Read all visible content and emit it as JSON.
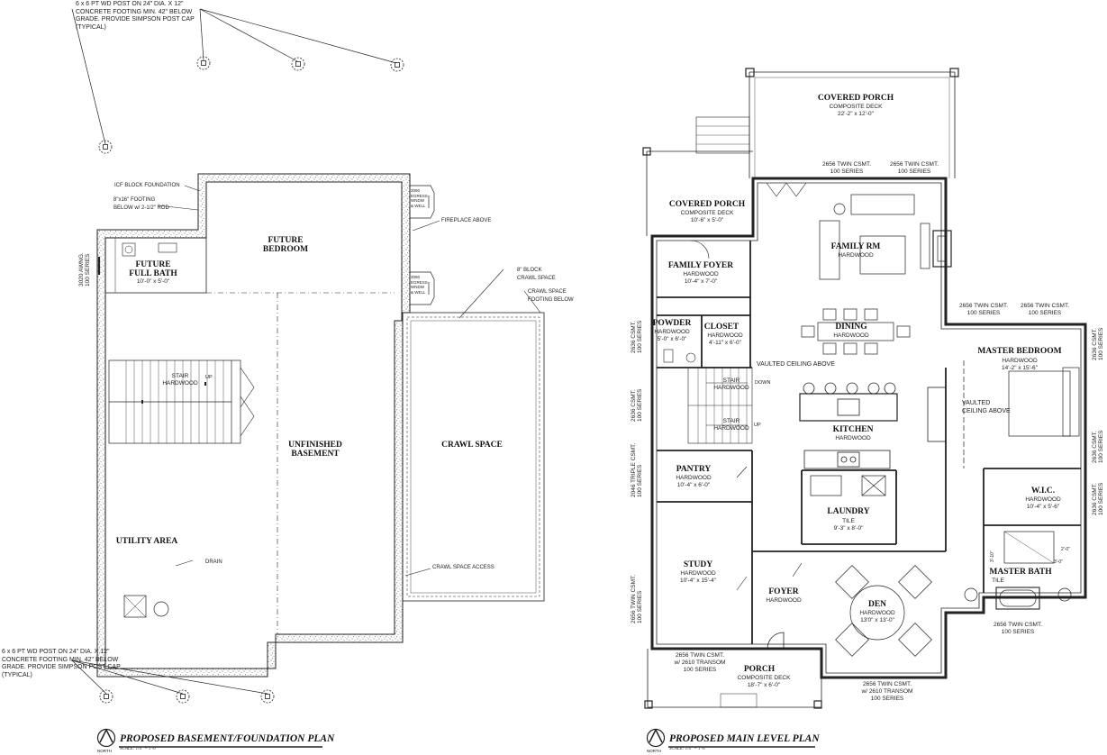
{
  "basement": {
    "title": "PROPOSED BASEMENT/FOUNDATION PLAN",
    "scale": "SCALE: 1/4\" = 1'-0\"",
    "north": "NORTH",
    "notes": {
      "post_top": "6 x 6 PT WD POST ON 24\" DIA. X 12\"\nCONCRETE FOOTING MIN. 42\" BELOW\nGRADE. PROVIDE SIMPSON POST CAP\n(TYPICAL)",
      "post_bottom": "6 x 6 PT WD POST ON 24\" DIA. X 12\"\nCONCRETE FOOTING MIN. 42\" BELOW\nGRADE. PROVIDE SIMPSON POST CAP\n(TYPICAL)",
      "icf": "ICF BLOCK FOUNDATION",
      "footing": "8\"x16\" FOOTING\nBELOW w/ 2-1/2\" ROD",
      "fireplace": "FIREPLACE ABOVE",
      "egress": "3050\nEGRESS\nWNDW\n& WELL",
      "block_crawl": "8\" BLOCK\nCRAWL SPACE",
      "crawl_footing": "CRAWL SPACE\nFOOTING BELOW",
      "drain": "DRAIN",
      "crawl_access": "CRAWL SPACE ACCESS",
      "awning": "3020 AWNG.\n100 SERIES",
      "up": "UP"
    },
    "rooms": {
      "future_bedroom": "FUTURE\nBEDROOM",
      "future_bath": "FUTURE\nFULL BATH",
      "future_bath_size": "10'-0\" x 5'-0\"",
      "stair": "STAIR",
      "stair_floor": "HARDWOOD",
      "unfinished": "UNFINISHED\nBASEMENT",
      "crawl": "CRAWL SPACE",
      "utility": "UTILITY AREA"
    }
  },
  "main": {
    "title": "PROPOSED MAIN LEVEL PLAN",
    "scale": "SCALE: 1/4\" = 1'-0\"",
    "north": "NORTH",
    "rooms": {
      "covered_porch_top": "COVERED PORCH",
      "covered_porch_top_sub": "COMPOSITE DECK\n22'-2\" x 12'-0\"",
      "covered_porch_left": "COVERED PORCH",
      "covered_porch_left_sub": "COMPOSITE DECK\n10'-6\" x 5'-0\"",
      "family_rm": "FAMILY RM",
      "family_rm_sub": "HARDWOOD",
      "family_foyer": "FAMILY FOYER",
      "family_foyer_sub": "HARDWOOD\n10'-4\" x 7'-0\"",
      "powder": "POWDER",
      "powder_sub": "HARDWOOD\n5'-0\" x 6'-0\"",
      "closet": "CLOSET",
      "closet_sub": "HARDWOOD\n4'-11\" x 6'-0\"",
      "dining": "DINING",
      "dining_sub": "HARDWOOD",
      "master_bedroom": "MASTER BEDROOM",
      "master_bedroom_sub": "HARDWOOD\n14'-2\" x 15'-6\"",
      "stair_upper": "STAIR",
      "stair_upper_sub": "HARDWOOD",
      "stair_lower": "STAIR",
      "stair_lower_sub": "HARDWOOD",
      "kitchen": "KITCHEN",
      "kitchen_sub": "HARDWOOD",
      "pantry": "PANTRY",
      "pantry_sub": "HARDWOOD\n10'-4\" x 6'-0\"",
      "laundry": "LAUNDRY",
      "laundry_sub": "TILE\n9'-3\" x 8'-0\"",
      "wic": "W.I.C.",
      "wic_sub": "HARDWOOD\n10'-4\" x 5'-6\"",
      "study": "STUDY",
      "study_sub": "HARDWOOD\n10'-4\" x 15'-4\"",
      "foyer": "FOYER",
      "foyer_sub": "HARDWOOD",
      "den": "DEN",
      "den_sub": "HARDWOOD\n13'0\" x 13'-0\"",
      "master_bath": "MASTER BATH",
      "master_bath_sub": "TILE",
      "porch": "PORCH",
      "porch_sub": "COMPOSITE DECK\n18'-7\" x 6'-0\""
    },
    "notes": {
      "vaulted_ceiling": "VAULTED CEILING ABOVE",
      "vaulted_master": "VAULTED\nCEILING ABOVE",
      "down": "DOWN",
      "up": "UP",
      "twin_top_1": "2656 TWIN CSMT.\n100 SERIES",
      "twin_top_2": "2656 TWIN CSMT.\n100 SERIES",
      "twin_mb_1": "2656 TWIN CSMT.\n100 SERIES",
      "twin_mb_2": "2656 TWIN CSMT.\n100 SERIES",
      "twin_bath": "2656 TWIN CSMT.\n100 SERIES",
      "twin_study_transom": "2656 TWIN CSMT.\nw/ 2610 TRANSOM\n100 SERIES",
      "twin_den_transom": "2656 TWIN CSMT.\nw/ 2610 TRANSOM\n100 SERIES",
      "left_csmt_1": "2636 CSMT.\n100 SERIES",
      "left_csmt_2": "2636 CSMT.\n100 SERIES",
      "left_triple": "2046 TRIPLE CSMT.\n100 SERIES",
      "left_twin": "2656 TWIN CSMT.\n100 SERIES",
      "right_csmt_1": "2636 CSMT.\n100 SERIES",
      "right_csmt_2": "2636 CSMT.\n100 SERIES",
      "right_csmt_3": "2636 CSMT.\n100 SERIES",
      "dim_a": "3'-10\"",
      "dim_b": "3'-0\"",
      "dim_c": "2'-0\""
    }
  }
}
